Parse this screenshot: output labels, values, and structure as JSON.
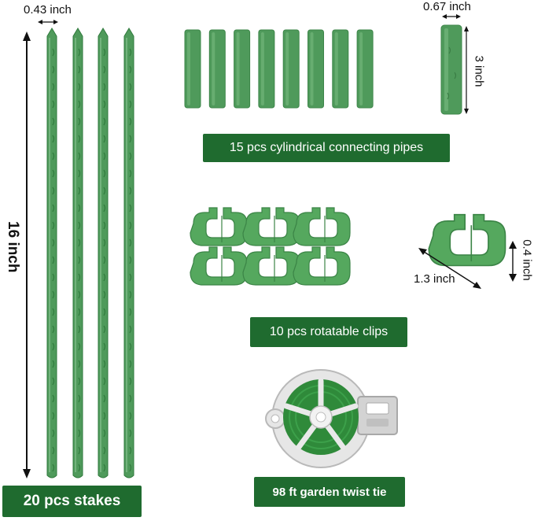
{
  "colors": {
    "product_green": "#4f9a5b",
    "product_green_dark": "#2f7a3c",
    "label_bg": "#1f6b2f",
    "label_text": "#ffffff",
    "clip_green": "#55a85e",
    "reel_gray": "#d9d9d9"
  },
  "stakes": {
    "count": 4,
    "width_label": "0.43 inch",
    "height_label": "16 inch",
    "caption": "20 pcs stakes"
  },
  "pipes": {
    "count": 8,
    "diameter_label": "0.67 inch",
    "length_label": "3 inch",
    "caption": "15 pcs cylindrical connecting pipes"
  },
  "clips": {
    "count": 6,
    "width_label": "1.3 inch",
    "height_label": "0.4 inch",
    "caption": "10 pcs rotatable clips"
  },
  "twist_tie": {
    "caption": "98 ft garden twist tie"
  },
  "icons": {
    "stake": "plant-stake-icon",
    "pipe": "connecting-pipe-icon",
    "clip": "rotatable-clip-icon",
    "reel": "twist-tie-reel-icon",
    "arrow": "dimension-arrow-icon"
  }
}
